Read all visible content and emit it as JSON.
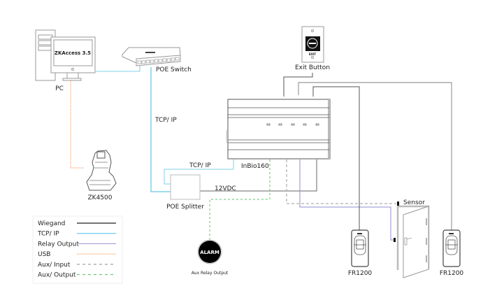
{
  "diagram": {
    "devices": {
      "pc": {
        "label": "PC",
        "screen_text": "ZKAccess 3.5"
      },
      "poe_switch": {
        "label": "POE Switch"
      },
      "zk4500": {
        "label": "ZK4500"
      },
      "exit_button": {
        "label": "Exit Button",
        "plate_text": "EXIT"
      },
      "controller": {
        "label": "InBio160"
      },
      "poe_splitter": {
        "label": "POE Splitter"
      },
      "alarm": {
        "label": "Aux Relay Output",
        "badge_text": "ALARM"
      },
      "sensor": {
        "label": "Sensor"
      },
      "reader_left": {
        "label": "FR1200"
      },
      "reader_right": {
        "label": "FR1200"
      }
    },
    "connection_labels": {
      "switch_to_splitter": "TCP/ IP",
      "splitter_to_controller": "TCP/ IP",
      "power": "12VDC"
    },
    "legend": {
      "items": [
        {
          "label": "Wiegand",
          "color": "#222222",
          "style": "solid"
        },
        {
          "label": "TCP/ IP",
          "color": "#5bc8e8",
          "style": "solid"
        },
        {
          "label": "Relay Output",
          "color": "#a9a6d6",
          "style": "solid"
        },
        {
          "label": "USB",
          "color": "#f5b27a",
          "style": "dotted"
        },
        {
          "label": "Aux/ Input",
          "color": "#aaaaaa",
          "style": "dashed"
        },
        {
          "label": "Aux/ Output",
          "color": "#6cc97a",
          "style": "dashed"
        }
      ]
    },
    "colors": {
      "wiegand": "#555555",
      "tcp": "#7fd0ea",
      "relay": "#8f8cd0",
      "usb": "#f5a066",
      "aux_in": "#b0b0b0",
      "aux_out": "#59c36a",
      "power": "#666666"
    }
  }
}
